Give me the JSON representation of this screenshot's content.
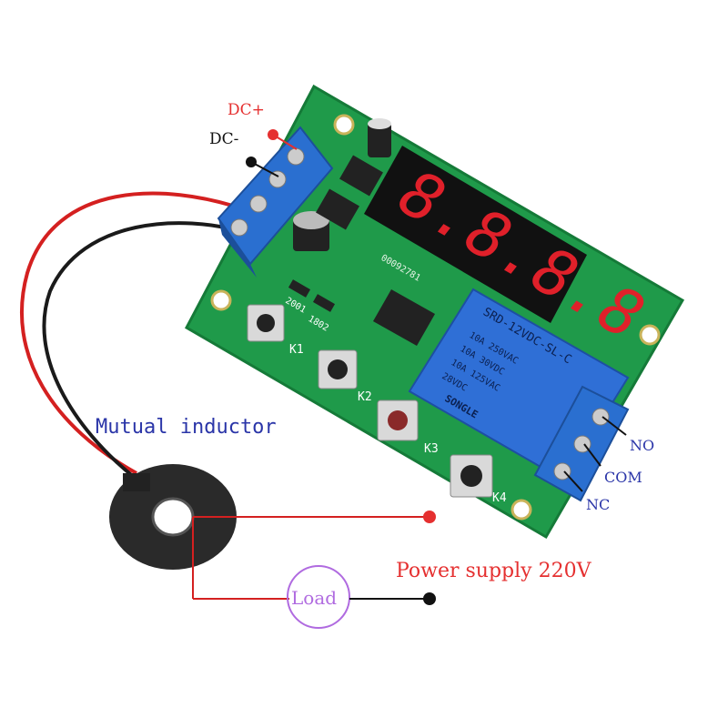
{
  "labels": {
    "dc_plus": "DC+",
    "dc_minus": "DC-",
    "mutual_inductor": "Mutual inductor",
    "power_supply": "Power supply 220V",
    "load": "Load",
    "no": "NO",
    "com": "COM",
    "nc": "NC",
    "k1": "K1",
    "k2": "K2",
    "k3": "K3",
    "k4": "K4"
  },
  "relay": {
    "brand": "SONGLE",
    "model": "SRD-12VDC-SL-C",
    "rating_1": "10A 250VAC",
    "rating_2": "10A 30VDC",
    "rating_3": "10A 125VAC",
    "rating_4": "28VDC"
  },
  "display": {
    "digits": "8.8.8.8"
  },
  "pcb_marks": {
    "serial": "00092781",
    "r1": "2001",
    "r2": "1802"
  },
  "colors": {
    "pcb": "#1f9a4a",
    "terminal": "#2a6fd0",
    "relay": "#2f6fd6",
    "display_red": "#e0202a",
    "label_red": "#e53030",
    "load_circle": "#b06be0",
    "wire_red": "#d42020"
  }
}
